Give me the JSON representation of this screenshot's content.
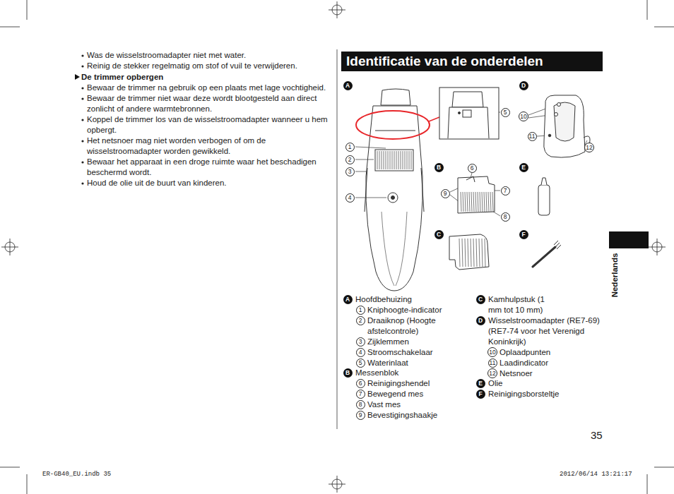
{
  "diagram": {
    "title": "Identificatie van de onderdelen",
    "nodes": [
      {
        "text": [
          "A"
        ]
      },
      {
        "text": [
          "D"
        ]
      },
      {
        "text": [
          "5"
        ]
      },
      {
        "text": [
          "10"
        ]
      },
      {
        "text": [
          "11"
        ]
      },
      {
        "text": [
          "12"
        ]
      },
      {
        "text": [
          "1"
        ]
      },
      {
        "text": [
          "2"
        ]
      },
      {
        "text": [
          "3"
        ]
      },
      {
        "text": [
          "B"
        ]
      },
      {
        "text": [
          "6"
        ]
      },
      {
        "text": [
          "E"
        ]
      },
      {
        "text": [
          "9"
        ]
      },
      {
        "text": [
          "7"
        ]
      },
      {
        "text": [
          "4"
        ]
      },
      {
        "text": [
          "8"
        ]
      },
      {
        "text": [
          "C"
        ]
      },
      {
        "text": [
          "F"
        ]
      },
      {
        "text": [
          "A"
        ]
      },
      {
        "text": [
          "1"
        ]
      },
      {
        "text": [
          "2"
        ]
      },
      {
        "text": [
          "3"
        ]
      },
      {
        "text": [
          "4"
        ]
      },
      {
        "text": [
          "5"
        ]
      },
      {
        "text": [
          "B"
        ]
      },
      {
        "text": [
          "6"
        ]
      },
      {
        "text": [
          "7"
        ]
      },
      {
        "text": [
          "8"
        ]
      },
      {
        "text": [
          "9"
        ]
      },
      {
        "text": [
          "C"
        ]
      },
      {
        "text": [
          "D"
        ]
      },
      {
        "text": [
          "10"
        ]
      },
      {
        "text": [
          "11"
        ]
      },
      {
        "text": [
          "12"
        ]
      },
      {
        "text": [
          "E"
        ]
      },
      {
        "text": [
          "F"
        ]
      }
    ],
    "labels": [
      "Was de wisselstroomadapter niet met water.",
      "Reinig de stekker regelmatig om stof of vuil te verwijderen.",
      "De trimmer opbergen",
      "Bewaar de trimmer na gebruik op een plaats met lage vochtigheid.",
      "Bewaar de trimmer niet waar deze wordt blootgesteld aan direct zonlicht of andere warmtebronnen.",
      "Koppel de trimmer los van de wisselstroomadapter wanneer u hem opbergt.",
      "Het netsnoer mag niet worden verbogen of om de wisselstroomadapter worden gewikkeld.",
      "Bewaar het apparaat in een droge ruimte waar het beschadigen beschermd wordt.",
      "Houd de olie uit de buurt van kinderen.",
      "Hoofdbehuizing",
      "Kniphoogte-indicator",
      "Draaiknop (Hoogte afstelcontrole)",
      "Zijklemmen",
      "Stroomschakelaar",
      "Waterinlaat",
      "Messenblok",
      "Reinigingshendel",
      "Bewegend mes",
      "Vast mes",
      "Bevestigingshaakje",
      "Kamhulpstuk (1 mm tot 10 mm)",
      "Wisselstroomadapter (RE7-69) (RE7-74 voor het Verenigd Koninkrijk)",
      "Oplaadpunten",
      "Laadindicator",
      "Netsnoer",
      "Olie",
      "Reinigingsborsteltje",
      "Nederlands",
      "35",
      "ER-GB40_EU.indb 35",
      "2012/06/14 13:21:17"
    ]
  }
}
